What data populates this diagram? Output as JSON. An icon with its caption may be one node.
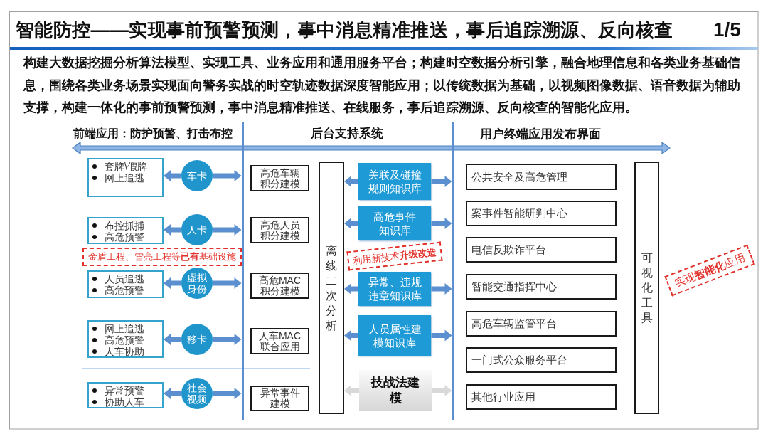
{
  "diagram": {
    "title": "智能防控——实现事前预警预测，事中消息精准推送，事后追踪溯源、反向核查",
    "nodes": [
      {
        "text": [
          "套牌\\假牌",
          "网上追逃"
        ]
      },
      {
        "text": [
          "车卡"
        ]
      },
      {
        "text": [
          "布控抓捕",
          "高危预警"
        ]
      },
      {
        "text": [
          "人卡"
        ]
      },
      {
        "text": [
          "人员追逃",
          "高危预警"
        ]
      },
      {
        "text": [
          "虚拟身份"
        ]
      },
      {
        "text": [
          "网上追逃",
          "高危预警",
          "人车协助"
        ]
      },
      {
        "text": [
          "移卡"
        ]
      },
      {
        "text": [
          "异常预警",
          "协助人车"
        ]
      },
      {
        "text": [
          "社会视频"
        ]
      },
      {
        "text": [
          "高危车辆积分建模"
        ]
      },
      {
        "text": [
          "高危人员积分建模"
        ]
      },
      {
        "text": [
          "高危MAC积分建模"
        ]
      },
      {
        "text": [
          "人车MAC联合应用"
        ]
      },
      {
        "text": [
          "异常事件建模"
        ]
      },
      {
        "text": [
          "离线二次分析"
        ]
      },
      {
        "text": [
          "关联及碰撞规则知识库"
        ]
      },
      {
        "text": [
          "高危事件知识库"
        ]
      },
      {
        "text": [
          "异常、违规违章知识库"
        ]
      },
      {
        "text": [
          "人员属性建模知识库"
        ]
      },
      {
        "text": [
          "技战法建模"
        ]
      },
      {
        "text": [
          "公共安全及高危管理"
        ]
      },
      {
        "text": [
          "案事件智能研判中心"
        ]
      },
      {
        "text": [
          "电信反欺诈平台"
        ]
      },
      {
        "text": [
          "智能交通指挥中心"
        ]
      },
      {
        "text": [
          "高危车辆监管平台"
        ]
      },
      {
        "text": [
          "一门式公众服务平台"
        ]
      },
      {
        "text": [
          "其他行业应用"
        ]
      },
      {
        "text": [
          "可视化工具"
        ]
      },
      {
        "text": [],
        "shape": "bar"
      },
      {
        "text": [],
        "shape": "bar"
      }
    ],
    "edges": [
      {
        "from": 1,
        "to": 0,
        "arrow": "to"
      },
      {
        "from": 1,
        "to": 29,
        "arrow": "to"
      },
      {
        "from": 3,
        "to": 2,
        "arrow": "to"
      },
      {
        "from": 3,
        "to": 29,
        "arrow": "to"
      },
      {
        "from": 5,
        "to": 4,
        "arrow": "to"
      },
      {
        "from": 5,
        "to": 29,
        "arrow": "to"
      },
      {
        "from": 7,
        "to": 6,
        "arrow": "to"
      },
      {
        "from": 7,
        "to": 29,
        "arrow": "to"
      },
      {
        "from": 9,
        "to": 8,
        "arrow": "to"
      },
      {
        "from": 9,
        "to": 29,
        "arrow": "to"
      },
      {
        "from": 16,
        "to": 15,
        "arrow": "to"
      },
      {
        "from": 16,
        "to": 30,
        "arrow": "to"
      },
      {
        "from": 17,
        "to": 15,
        "arrow": "to"
      },
      {
        "from": 17,
        "to": 30,
        "arrow": "to"
      },
      {
        "from": 18,
        "to": 15,
        "arrow": "to"
      },
      {
        "from": 18,
        "to": 30,
        "arrow": "to"
      },
      {
        "from": 19,
        "to": 15,
        "arrow": "to"
      },
      {
        "from": 19,
        "to": 30,
        "arrow": "to"
      },
      {
        "from": 20,
        "to": 15,
        "arrow": "to",
        "color": "#d9d9d9"
      },
      {
        "from": 20,
        "to": 30,
        "arrow": "to",
        "color": "#d9d9d9"
      }
    ],
    "labels": [
      "1/5",
      "构建大数据挖掘分析算法模型、实现工具、业务应用和通用服务平台；构建时空数据分析引擎，融合地理信息和各类业务基础信息，围绕各类业务场景实现面向警务实战的时空轨迹数据深度智能应用；以传统数据为基础，以视频图像数据、语音数据为辅助支撑，构建一体化的事前预警预测，事中消息精准推送、在线服务，事后追踪溯源、反向核查的智能化应用。",
      "前端应用：防护预警、打击布控",
      "后台支持系统",
      "用户终端应用发布界面",
      "金盾工程、雪亮工程等**已有**基础设施",
      "利用新技术**升级改造**",
      "实现**智能化**应用"
    ]
  }
}
